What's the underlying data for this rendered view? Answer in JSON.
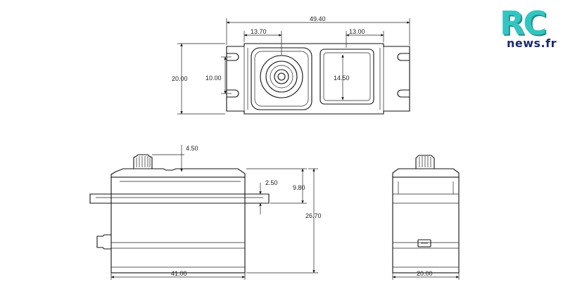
{
  "logo": {
    "brand": "RC",
    "site": "news.fr",
    "brand_color": "#33c5c2",
    "site_color": "#1d2a6e"
  },
  "top_view": {
    "total_width": "49.40",
    "left_offset": "13.70",
    "right_offset": "13.00",
    "body_height": "20.00",
    "slot_spacing": "10.00",
    "window_height": "14.50"
  },
  "side_view": {
    "gear_offset": "4.50",
    "flange_thickness": "2.50",
    "flange_to_top": "9.80",
    "total_height": "26.70",
    "body_length": "41.00"
  },
  "end_view": {
    "body_width": "20.00"
  },
  "colors": {
    "line": "#111111",
    "text": "#222222",
    "background": "#ffffff"
  }
}
